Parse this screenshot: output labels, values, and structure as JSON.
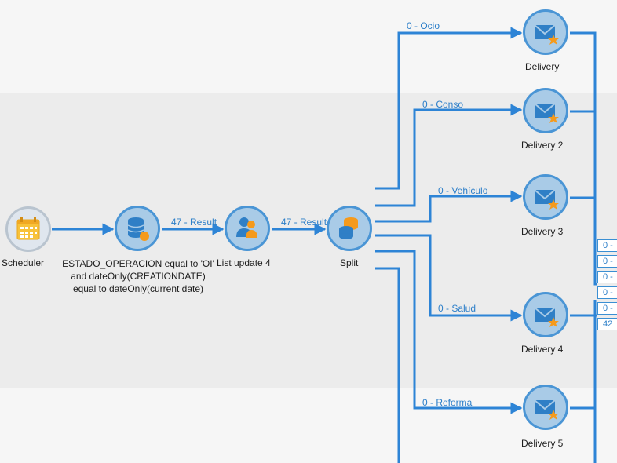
{
  "colors": {
    "accent": "#2d84d6",
    "node_fill": "#a9cbe7",
    "node_border": "#4a95d5",
    "label_blue": "#2d7fc9"
  },
  "nodes": {
    "scheduler": {
      "label": "Scheduler",
      "icon": "calendar-icon"
    },
    "query": {
      "label": "ESTADO_OPERACION equal to 'OI' and dateOnly(CREATIONDATE) equal to dateOnly(current date)",
      "icon": "database-query-icon"
    },
    "list_update": {
      "label": "List update 4",
      "icon": "people-icon"
    },
    "split": {
      "label": "Split",
      "icon": "split-database-icon"
    },
    "delivery_1": {
      "label": "Delivery",
      "icon": "envelope-star-icon"
    },
    "delivery_2": {
      "label": "Delivery 2",
      "icon": "envelope-star-icon"
    },
    "delivery_3": {
      "label": "Delivery 3",
      "icon": "envelope-star-icon"
    },
    "delivery_4": {
      "label": "Delivery 4",
      "icon": "envelope-star-icon"
    },
    "delivery_5": {
      "label": "Delivery 5",
      "icon": "envelope-star-icon"
    }
  },
  "transitions": {
    "query_to_list": "47 - Result",
    "list_to_split": "47 - Result",
    "ocio": "0 - Ocio",
    "conso": "0 - Conso",
    "vehiculo": "0 - Vehículo",
    "salud": "0 - Salud",
    "reforma": "0 - Reforma"
  },
  "right_counters": [
    "0 -",
    "0 -",
    "0 -",
    "0 -",
    "0 -",
    "42"
  ]
}
